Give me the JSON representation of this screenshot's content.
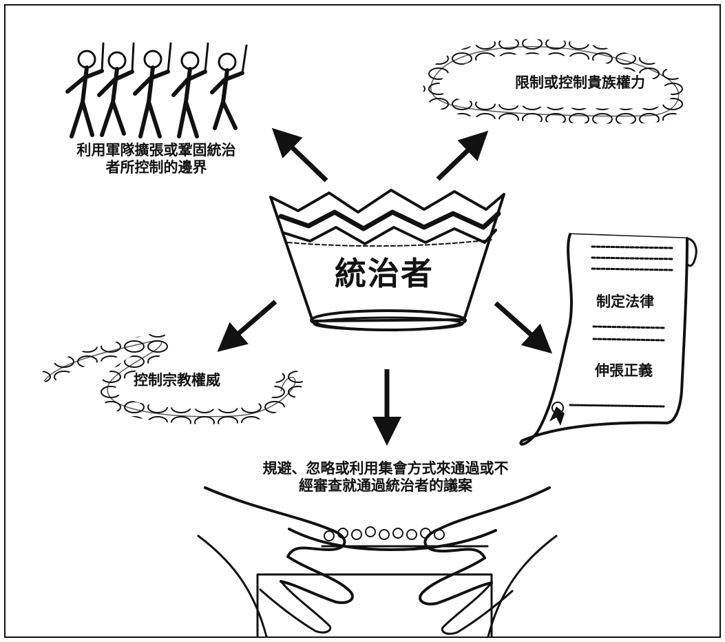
{
  "diagram": {
    "center": {
      "label": "統治者"
    },
    "powers": [
      {
        "id": "military",
        "lines": [
          "利用軍隊擴張或鞏固統治",
          "者所控制的邊界"
        ]
      },
      {
        "id": "nobles",
        "lines": [
          "限制或控制貴族權力"
        ]
      },
      {
        "id": "religion",
        "lines": [
          "控制宗教權威"
        ]
      },
      {
        "id": "laws",
        "lines": [
          "制定法律"
        ]
      },
      {
        "id": "justice",
        "lines": [
          "伸張正義"
        ]
      },
      {
        "id": "assembly",
        "lines": [
          "規避、忽略或利用集會方式來通過或不",
          "經審查就通過統治者的議案"
        ]
      }
    ]
  },
  "colors": {
    "ink": "#111111",
    "paper": "#ffffff"
  }
}
